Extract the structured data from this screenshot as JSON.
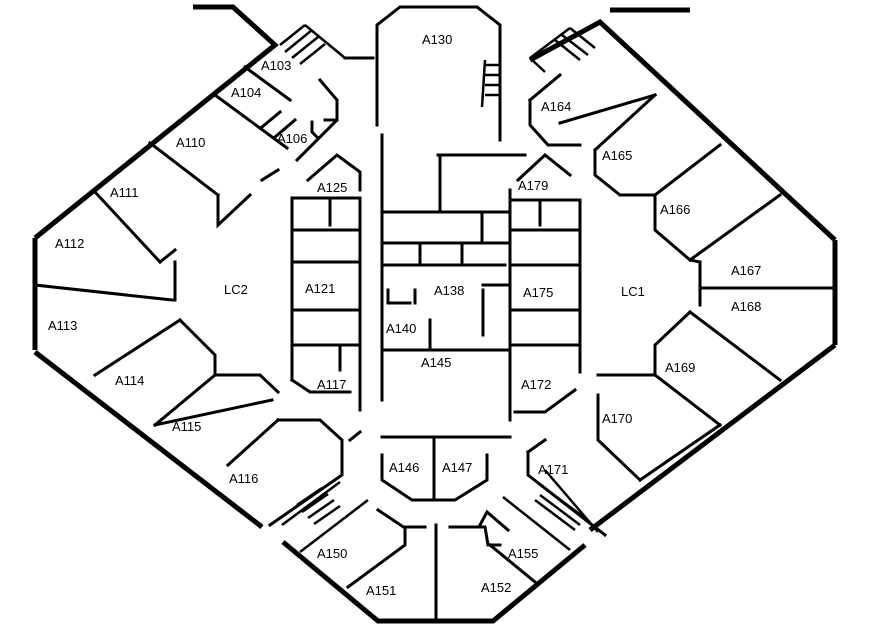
{
  "floor_plan": {
    "rooms": {
      "a130": "A130",
      "a103": "A103",
      "a104": "A104",
      "a106": "A106",
      "a110": "A110",
      "a111": "A111",
      "a112": "A112",
      "a113": "A113",
      "a114": "A114",
      "a115": "A115",
      "a116": "A116",
      "a125": "A125",
      "a121": "A121",
      "a117": "A117",
      "lc2": "LC2",
      "a138": "A138",
      "a140": "A140",
      "a145": "A145",
      "a146": "A146",
      "a147": "A147",
      "a150": "A150",
      "a151": "A151",
      "a152": "A152",
      "a155": "A155",
      "a171": "A171",
      "a172": "A172",
      "a175": "A175",
      "a179": "A179",
      "a164": "A164",
      "a165": "A165",
      "a166": "A166",
      "a167": "A167",
      "a168": "A168",
      "a169": "A169",
      "a170": "A170",
      "lc1": "LC1"
    }
  }
}
